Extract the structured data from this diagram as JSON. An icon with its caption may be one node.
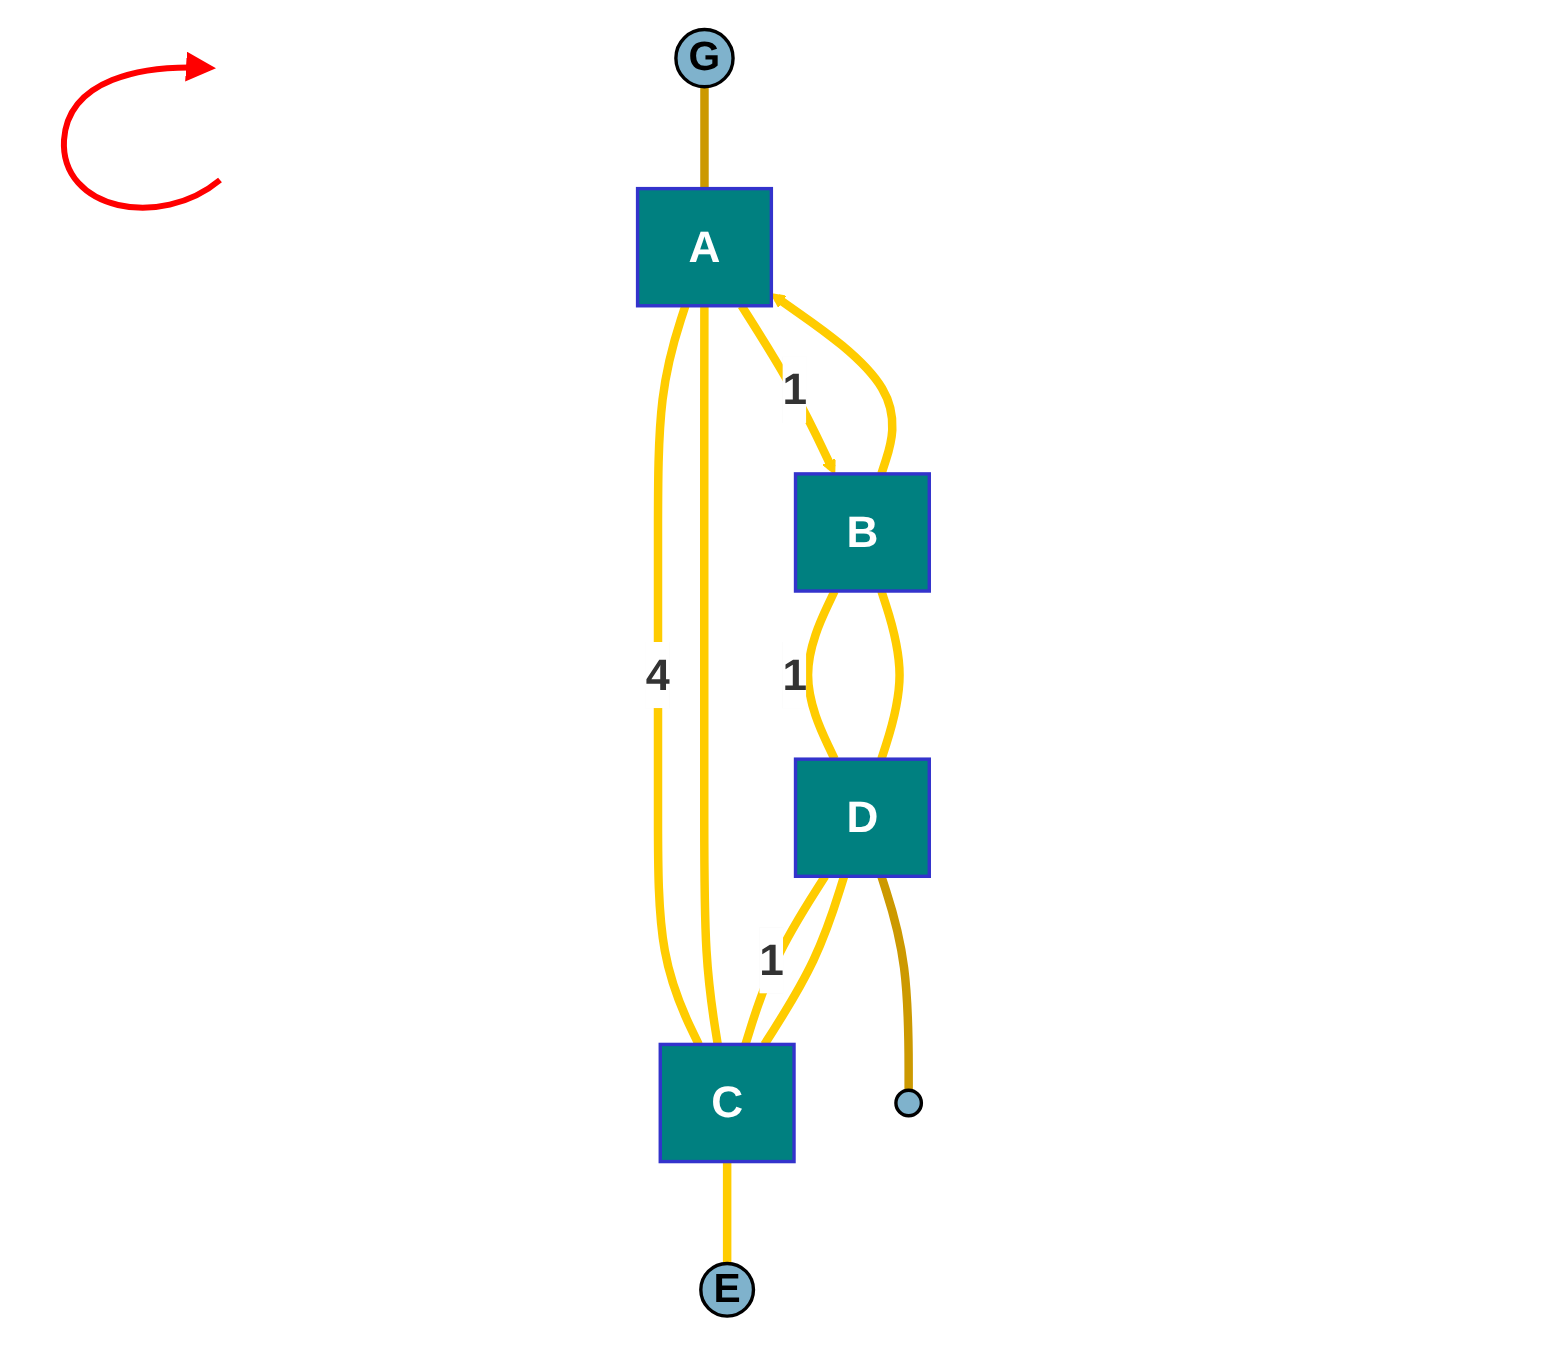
{
  "diagram": {
    "nodes": [
      {
        "text": [
          "G"
        ]
      },
      {
        "text": [
          "A"
        ]
      },
      {
        "text": [
          "B"
        ]
      },
      {
        "text": [
          "C"
        ]
      },
      {
        "text": [
          "E"
        ]
      },
      {
        "text": [
          "D"
        ]
      },
      {
        "text": [],
        "shape": "circle"
      }
    ],
    "edges": [
      {
        "from": 0,
        "to": 1,
        "arrow": "none",
        "color": "#cc9900"
      },
      {
        "from": 1,
        "to": 2,
        "arrow": "to",
        "label": "1"
      },
      {
        "from": 2,
        "to": 1,
        "arrow": "to"
      },
      {
        "from": 1,
        "to": 3,
        "arrow": "none",
        "label": "4"
      },
      {
        "from": 1,
        "to": 3,
        "arrow": "none"
      },
      {
        "from": 3,
        "to": 4,
        "arrow": "none"
      },
      {
        "from": 2,
        "to": 5,
        "arrow": "none",
        "label": "1"
      },
      {
        "from": 2,
        "to": 5,
        "arrow": "none"
      },
      {
        "from": 5,
        "to": 3,
        "arrow": "none",
        "label": "1"
      },
      {
        "from": 5,
        "to": 3,
        "arrow": "none"
      },
      {
        "from": 5,
        "to": 6,
        "arrow": "none",
        "color": "#cc9900"
      }
    ]
  }
}
